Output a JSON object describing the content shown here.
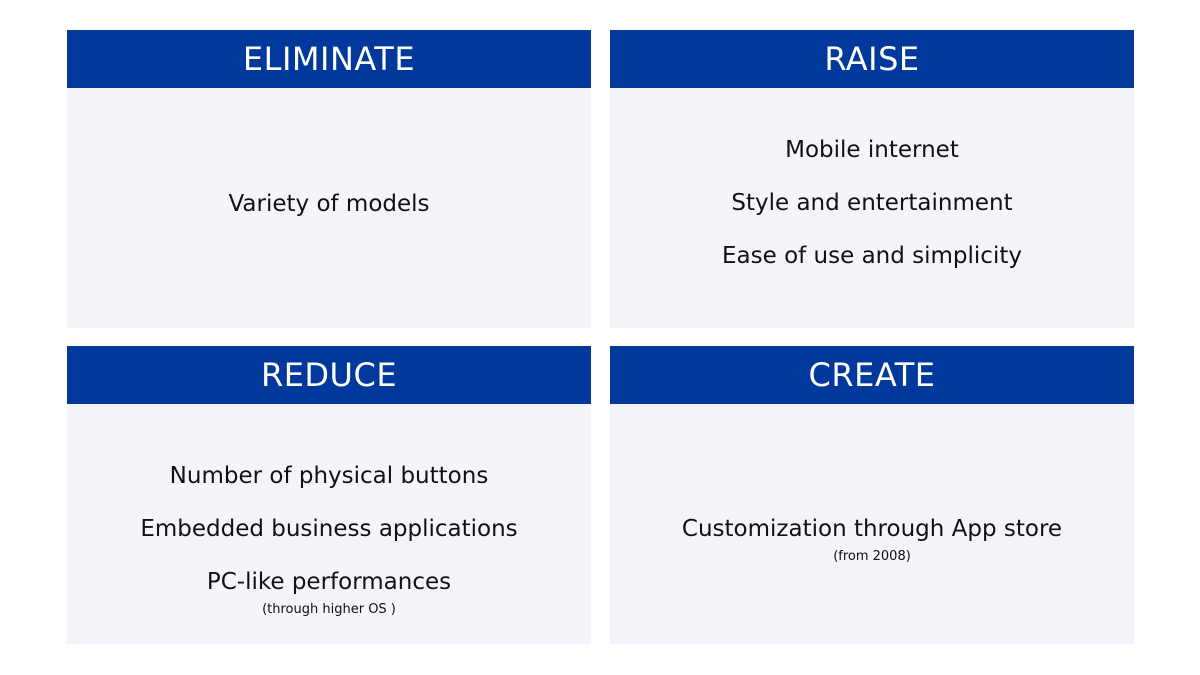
{
  "framework": {
    "colors": {
      "header_bg": "#00389c",
      "header_text": "#ffffff",
      "panel_bg": "#f4f5fa",
      "body_text": "#111111"
    },
    "panels": {
      "eliminate": {
        "title": "ELIMINATE",
        "items": [
          "Variety of models"
        ]
      },
      "raise": {
        "title": "RAISE",
        "items": [
          "Mobile internet",
          "Style and entertainment",
          "Ease of use and simplicity"
        ]
      },
      "reduce": {
        "title": "REDUCE",
        "items": [
          "Number of physical buttons",
          "Embedded business applications",
          "PC-like performances"
        ],
        "note": "(through higher OS )"
      },
      "create": {
        "title": "CREATE",
        "items": [
          "Customization through App store"
        ],
        "note": "(from 2008)"
      }
    }
  }
}
